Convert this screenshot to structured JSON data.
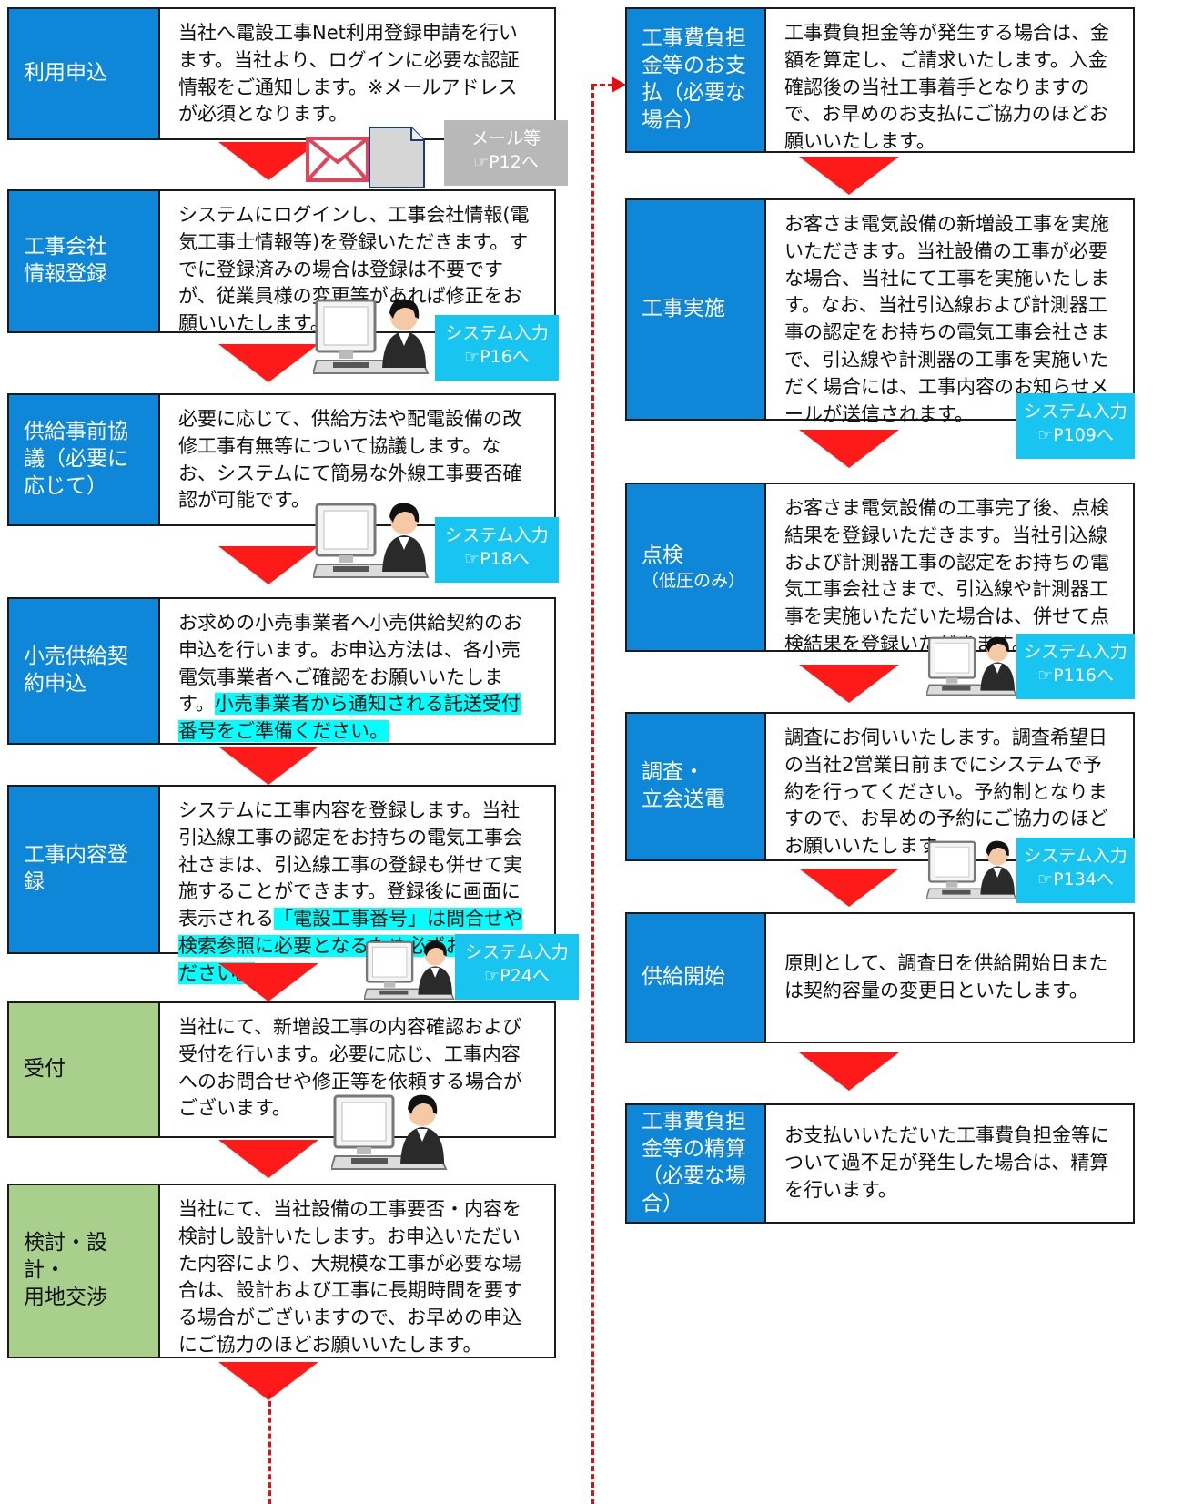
{
  "left_steps": [
    {
      "label": "利用申込",
      "desc": "当社へ電設工事Net利用登録申請を行います。当社より、ログインに必要な認証情報をご通知します。※メールアドレスが必須となります。"
    },
    {
      "label": "工事会社\n情報登録",
      "desc": "システムにログインし、工事会社情報(電気工事士情報等)を登録いただきます。すでに登録済みの場合は登録は不要ですが、従業員様の変更等があれば修正をお願いいたします。"
    },
    {
      "label": "供給事前協\n議（必要に\n応じて）",
      "desc": "必要に応じて、供給方法や配電設備の改修工事有無等について協議します。なお、システムにて簡易な外線工事要否確認が可能です。"
    },
    {
      "label": "小売供給契\n約申込",
      "desc": "お求めの小売事業者へ小売供給契約のお申込を行います。お申込方法は、各小売電気事業者へご確認をお願いいたします。",
      "highlight": "小売事業者から通知される託送受付番号をご準備ください。"
    },
    {
      "label": "工事内容登\n録",
      "desc": "システムに工事内容を登録します。当社引込線工事の認定をお持ちの電気工事会社さまは、引込線工事の登録も併せて実施することができます。登録後に画面に表示される",
      "highlight": "「電設工事番号」は問合せや検索参照に必要となるため必ずお控えください。"
    },
    {
      "label": "受付",
      "desc": "当社にて、新増設工事の内容確認および受付を行います。必要に応じ、工事内容へのお問合せや修正等を依頼する場合がございます。"
    },
    {
      "label": "検討・設計・\n用地交渉",
      "desc": "当社にて、当社設備の工事要否・内容を検討し設計いたします。お申込いただいた内容により、大規模な工事が必要な場合は、設計および工事に長期時間を要する場合がございますので、お早めの申込にご協力のほどお願いいたします。"
    }
  ],
  "right_steps": [
    {
      "label": "工事費負担\n金等のお支\n払（必要な\n場合）",
      "desc": "工事費負担金等が発生する場合は、金額を算定し、ご請求いたします。入金確認後の当社工事着手となりますので、お早めのお支払にご協力のほどお願いいたします。"
    },
    {
      "label": "工事実施",
      "desc": "お客さま電気設備の新増設工事を実施いただきます。当社設備の工事が必要な場合、当社にて工事を実施いたします。なお、当社引込線および計測器工事の認定をお持ちの電気工事会社さまで、引込線や計測器の工事を実施いただく場合には、工事内容のお知らせメールが送信されます。"
    },
    {
      "label": "点検",
      "sublabel": "（低圧のみ）",
      "desc": "お客さま電気設備の工事完了後、点検結果を登録いただきます。当社引込線および計測器工事の認定をお持ちの電気工事会社さまで、引込線や計測器工事を実施いただいた場合は、併せて点検結果を登録いただきます。"
    },
    {
      "label": "調査・\n立会送電",
      "desc": "調査にお伺いいたします。調査希望日の当社2営業日前までにシステムで予約を行ってください。予約制となりますので、お早めの予約にご協力のほどお願いいたします。"
    },
    {
      "label": "供給開始",
      "desc": "原則として、調査日を供給開始日または契約容量の変更日といたします。"
    },
    {
      "label": "工事費負担\n金等の精算\n（必要な場\n合）",
      "desc": "お支払いいただいた工事費負担金等について過不足が発生した場合は、精算を行います。"
    }
  ],
  "badges": [
    {
      "line1": "メール等",
      "line2": "☞P12へ"
    },
    {
      "line1": "システム入力",
      "line2": "☞P16へ"
    },
    {
      "line1": "システム入力",
      "line2": "☞P18へ"
    },
    {
      "line1": "システム入力",
      "line2": "☞P24へ"
    },
    {
      "line1": "システム入力",
      "line2": "☞P109へ"
    },
    {
      "line1": "システム入力",
      "line2": "☞P116へ"
    },
    {
      "line1": "システム入力",
      "line2": "☞P134へ"
    }
  ],
  "colors": {
    "blue_label": "#0f87d9",
    "green_label": "#a9cf8d",
    "arrow": "#ff1a1a",
    "badge": "#18c5f0",
    "highlight": "#00ffff",
    "connector": "#e01010"
  },
  "icons": [
    "envelope-icon",
    "document-icon",
    "computer-worker-icon"
  ]
}
